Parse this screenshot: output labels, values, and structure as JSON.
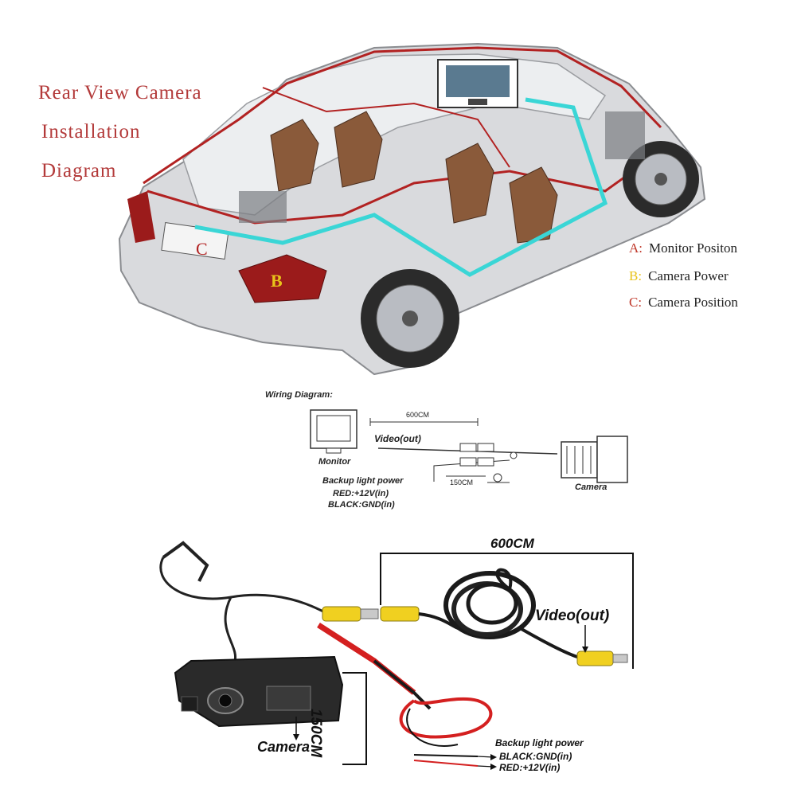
{
  "title": {
    "line1": "Rear View Camera",
    "line2": "Installation",
    "line3": "Diagram"
  },
  "car_labels": {
    "b": "B",
    "c": "C"
  },
  "legend": {
    "items": [
      {
        "key": "A:",
        "text": "Monitor Positon",
        "color": "#c0392b"
      },
      {
        "key": "B:",
        "text": "Camera Power",
        "color": "#e8c21a"
      },
      {
        "key": "C:",
        "text": "Camera Position",
        "color": "#c0392b"
      }
    ]
  },
  "wiring": {
    "heading": "Wiring Diagram:",
    "length_main": "600CM",
    "video_out": "Video(out)",
    "monitor": "Monitor",
    "backup_power": "Backup light power",
    "length_power": "150CM",
    "red": "RED:+12V(in)",
    "black": "BLACK:GND(in)",
    "camera": "Camera"
  },
  "photo": {
    "length_main": "600CM",
    "video_out": "Video(out)",
    "length_power": "150CM",
    "camera": "Camera",
    "backup_power": "Backup light power",
    "black": "BLACK:GND(in)",
    "red": "RED:+12V(in)"
  },
  "colors": {
    "cable_route": "#3ad6d6",
    "car_outline": "#b22222",
    "rca_yellow": "#f0d020",
    "power_red": "#d42020"
  }
}
